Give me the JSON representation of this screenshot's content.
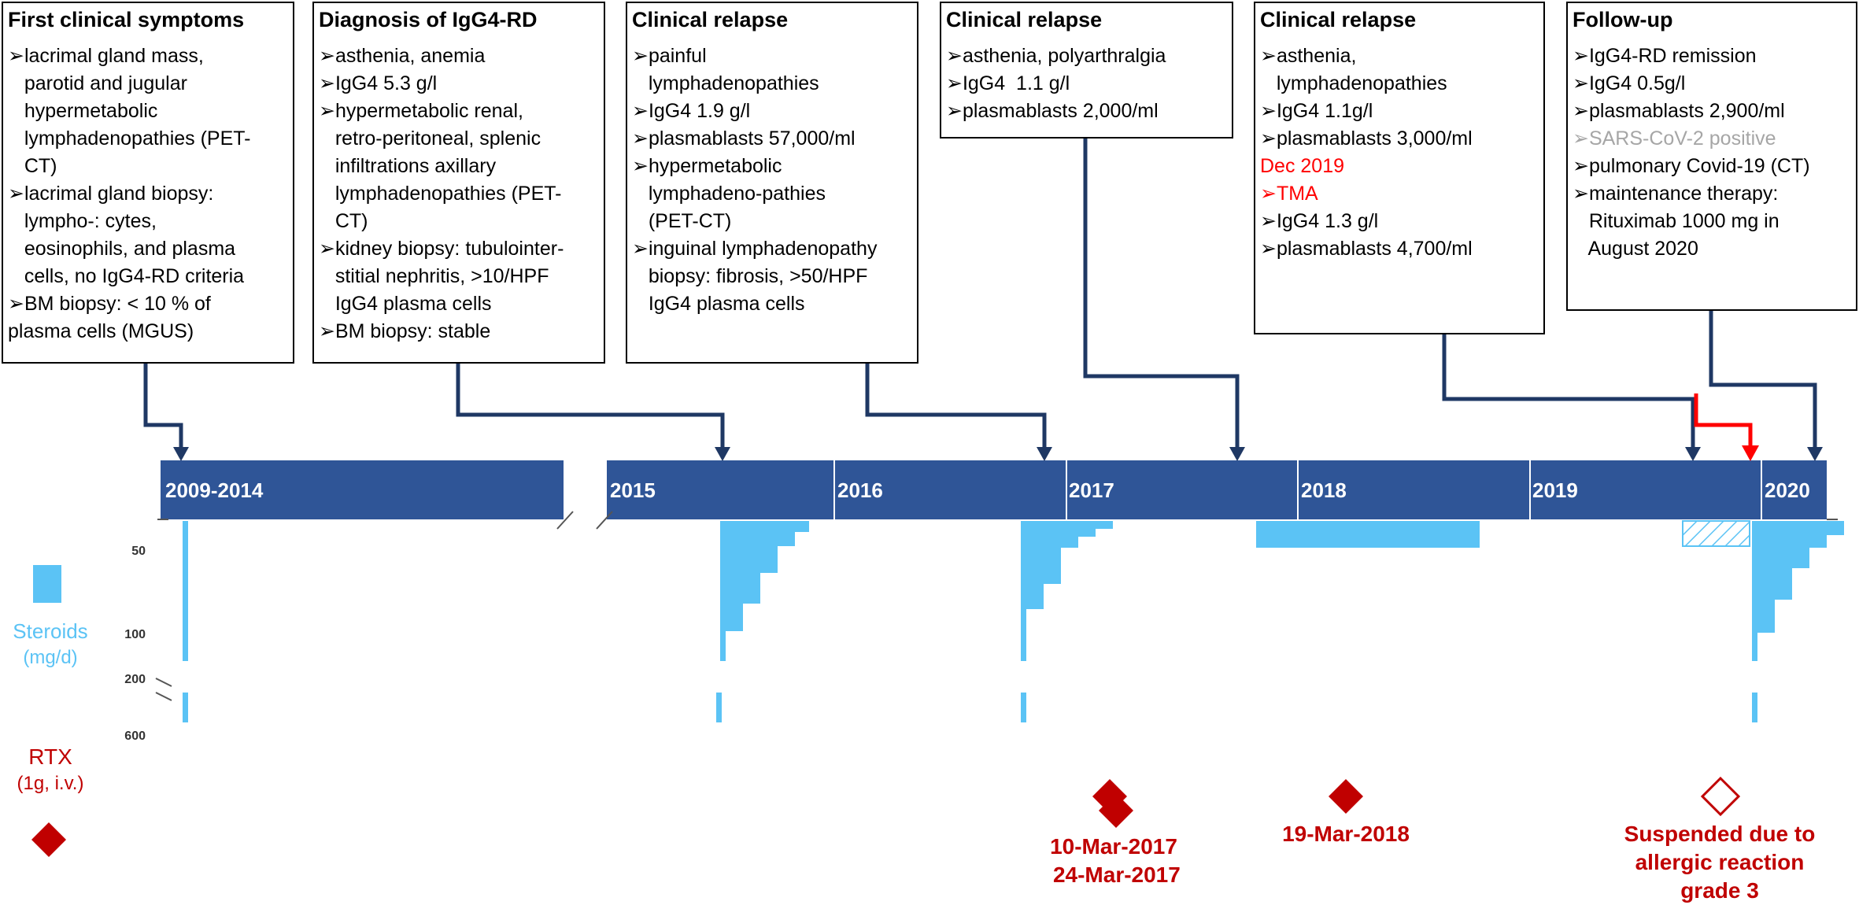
{
  "boxes": [
    {
      "title": "First clinical symptoms",
      "lines": [
        {
          "text": "➢lacrimal gland mass,"
        },
        {
          "text": "   parotid and jugular"
        },
        {
          "text": "   hypermetabolic"
        },
        {
          "text": "   lymphadenopathies (PET-"
        },
        {
          "text": "   CT)"
        },
        {
          "text": "➢lacrimal gland biopsy:"
        },
        {
          "text": "   lympho-: cytes,"
        },
        {
          "text": "   eosinophils, and plasma"
        },
        {
          "text": "   cells, no IgG4-RD criteria"
        },
        {
          "text": "➢BM biopsy: < 10 % of"
        },
        {
          "text": "plasma cells (MGUS)"
        }
      ]
    },
    {
      "title": "Diagnosis  of IgG4-RD",
      "lines": [
        {
          "text": "➢asthenia, anemia"
        },
        {
          "text": "➢IgG4 5.3 g/l"
        },
        {
          "text": "➢hypermetabolic renal,"
        },
        {
          "text": "   retro-peritoneal, splenic"
        },
        {
          "text": "   infiltrations axillary"
        },
        {
          "text": "   lymphadenopathies (PET-"
        },
        {
          "text": "   CT)"
        },
        {
          "text": "➢kidney biopsy: tubulointer-"
        },
        {
          "text": "   stitial nephritis, >10/HPF"
        },
        {
          "text": "   IgG4 plasma cells"
        },
        {
          "text": "➢BM biopsy: stable"
        }
      ]
    },
    {
      "title": "Clinical relapse",
      "lines": [
        {
          "text": "➢painful"
        },
        {
          "text": "   lymphadenopathies"
        },
        {
          "text": "➢IgG4 1.9 g/l"
        },
        {
          "text": "➢plasmablasts 57,000/ml"
        },
        {
          "text": "➢hypermetabolic"
        },
        {
          "text": "   lymphadeno-pathies"
        },
        {
          "text": "   (PET-CT)"
        },
        {
          "text": "➢inguinal lymphadenopathy"
        },
        {
          "text": "   biopsy: fibrosis, >50/HPF"
        },
        {
          "text": "   IgG4 plasma cells"
        }
      ]
    },
    {
      "title": "Clinical relapse",
      "lines": [
        {
          "text": "➢asthenia, polyarthralgia"
        },
        {
          "text": "➢IgG4  1.1 g/l"
        },
        {
          "text": "➢plasmablasts 2,000/ml"
        }
      ]
    },
    {
      "title": "Clinical relapse",
      "lines": [
        {
          "text": "➢asthenia,"
        },
        {
          "text": "   lymphadenopathies"
        },
        {
          "text": "➢IgG4 1.1g/l"
        },
        {
          "text": "➢plasmablasts 3,000/ml"
        },
        {
          "text": ""
        },
        {
          "text": "Dec 2019",
          "cls": "red"
        },
        {
          "text": "➢TMA",
          "cls": "red"
        },
        {
          "text": "➢IgG4 1.3 g/l"
        },
        {
          "text": "➢plasmablasts 4,700/ml"
        }
      ]
    },
    {
      "title": "Follow-up",
      "lines": [
        {
          "text": "➢IgG4-RD remission"
        },
        {
          "text": "➢IgG4 0.5g/l"
        },
        {
          "text": "➢plasmablasts 2,900/ml"
        },
        {
          "text": "➢SARS-CoV-2 positive",
          "cls": "gray"
        },
        {
          "text": "➢pulmonary Covid-19 (CT)"
        },
        {
          "text": "➢maintenance therapy:"
        },
        {
          "text": "   Rituximab 1000 mg in"
        },
        {
          "text": "   August 2020"
        }
      ]
    }
  ],
  "timeline": {
    "segments": [
      "2009-2014",
      "2015",
      "2016",
      "2017",
      "2018",
      "2019",
      "2020"
    ]
  },
  "steroids": {
    "label": "Steroids",
    "unit": "(mg/d)",
    "ticks": [
      "50",
      "100",
      "200",
      "600"
    ]
  },
  "rtx": {
    "label": "RTX",
    "dose": "(1g, i.v.)",
    "dates_2017": "10-Mar-2017\n 24-Mar-2017",
    "date_2018": "19-Mar-2018",
    "suspended": "Suspended due to\nallergic reaction\ngrade 3"
  },
  "colors": {
    "timeline": "#2f5597",
    "arrow": "#1f3864",
    "steroid": "#5bc3f5",
    "rtx": "#c00000",
    "tma_arrow": "#ff0000"
  }
}
